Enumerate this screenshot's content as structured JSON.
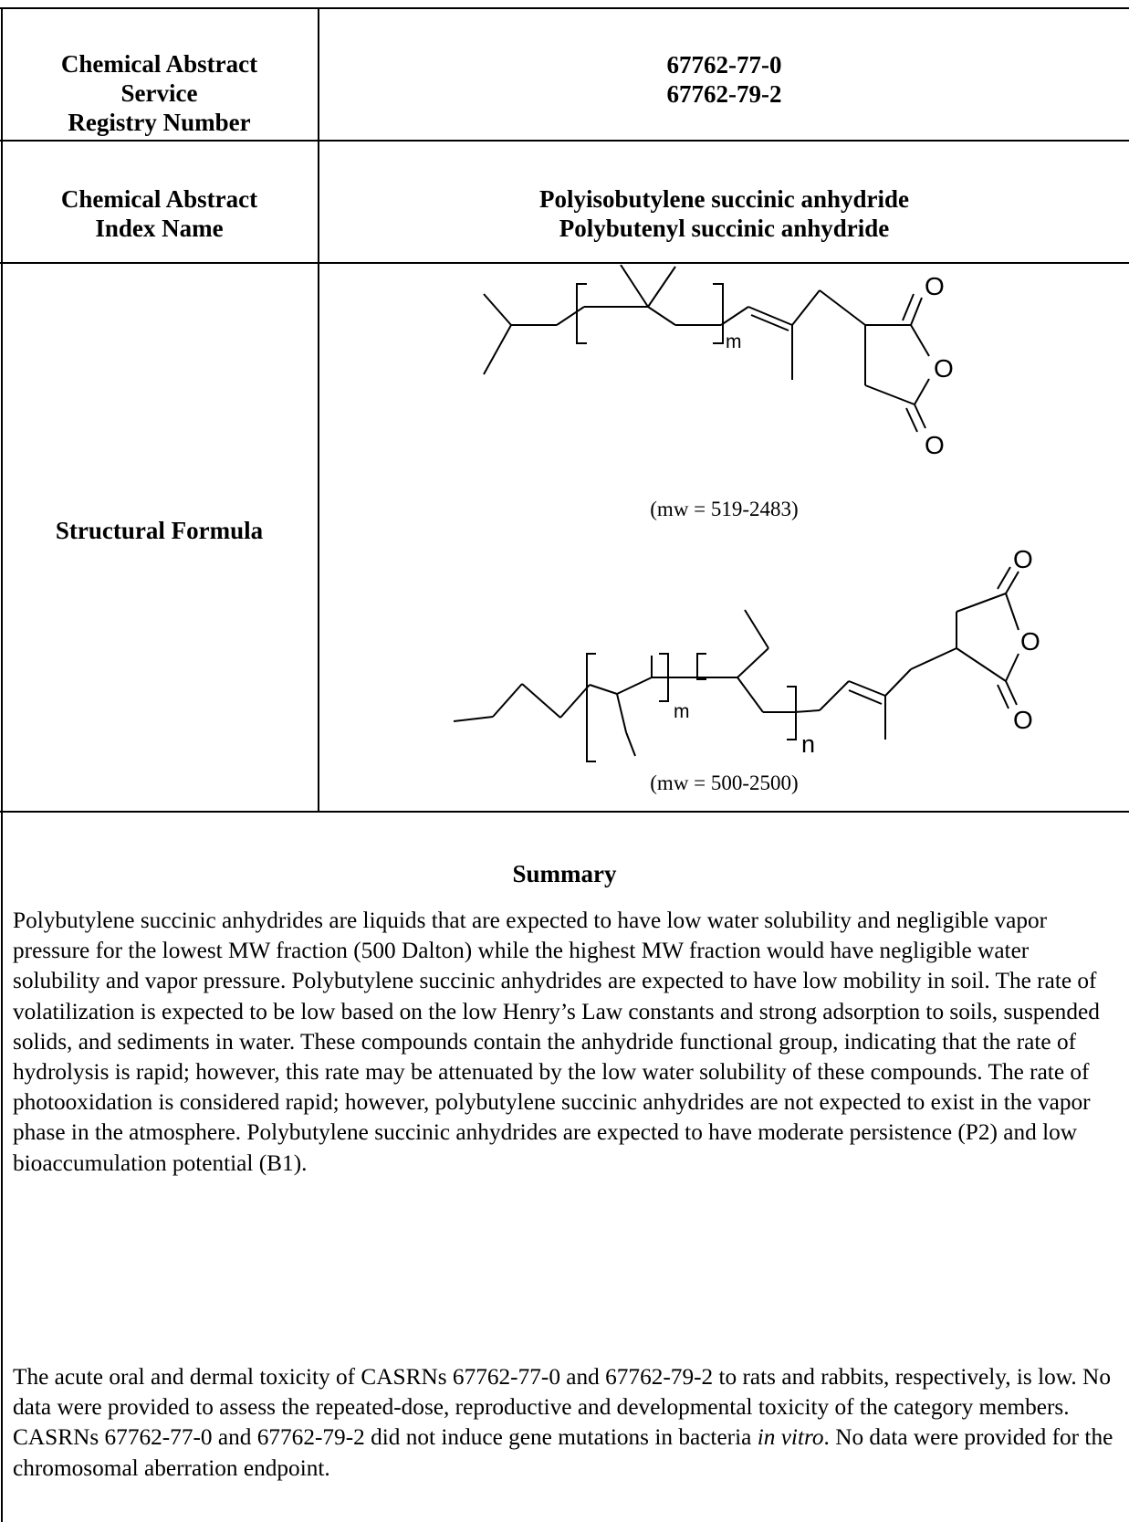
{
  "rows": [
    {
      "label_lines": [
        "Chemical Abstract",
        "Service",
        "Registry Number"
      ],
      "value_lines": [
        "67762-77-0",
        "67762-79-2"
      ]
    },
    {
      "label_lines": [
        "Chemical Abstract",
        "Index Name"
      ],
      "value_lines": [
        "Polyisobutylene succinic anhydride",
        "Polybutenyl succinic anhydride"
      ]
    },
    {
      "label_lines": [
        "Structural Formula"
      ]
    }
  ],
  "structure_1": {
    "mw": "(mw = 519-2483)",
    "atom_labels": [
      "O",
      "O",
      "O"
    ],
    "subscript": "m"
  },
  "structure_2": {
    "mw": "(mw = 500-2500)",
    "atom_labels": [
      "O",
      "O",
      "O"
    ],
    "subscripts": [
      "m",
      "n"
    ]
  },
  "summary": {
    "title": "Summary",
    "para1": "Polybutylene succinic anhydrides are liquids that are expected to have low water solubility and negligible vapor pressure for the lowest MW fraction (500 Dalton) while the highest MW fraction would have negligible water solubility and vapor pressure.  Polybutylene succinic anhydrides are expected to have low mobility in soil.  The rate of volatilization is expected to be low based on the low Henry’s Law constants and strong adsorption to soils, suspended solids, and sediments in water.  These compounds contain the anhydride functional group, indicating that the rate of hydrolysis is rapid; however, this rate may be attenuated by the low water solubility of these compounds.  The rate of photooxidation is considered rapid; however, polybutylene succinic anhydrides are not expected to exist in the vapor phase in the atmosphere.  Polybutylene succinic anhydrides are expected to have moderate persistence (P2) and low bioaccumulation potential (B1).",
    "para2_a": "The acute oral and dermal toxicity of CASRNs 67762-77-0 and 67762-79-2 to rats and rabbits, respectively, is low.  No data were provided to assess the repeated-dose, reproductive and developmental toxicity of the category members.  CASRNs 67762-77-0 and 67762-79-2 did not induce gene mutations in bacteria ",
    "para2_italic": "in vitro",
    "para2_b": ".  No data were provided for the chromosomal aberration endpoint."
  }
}
